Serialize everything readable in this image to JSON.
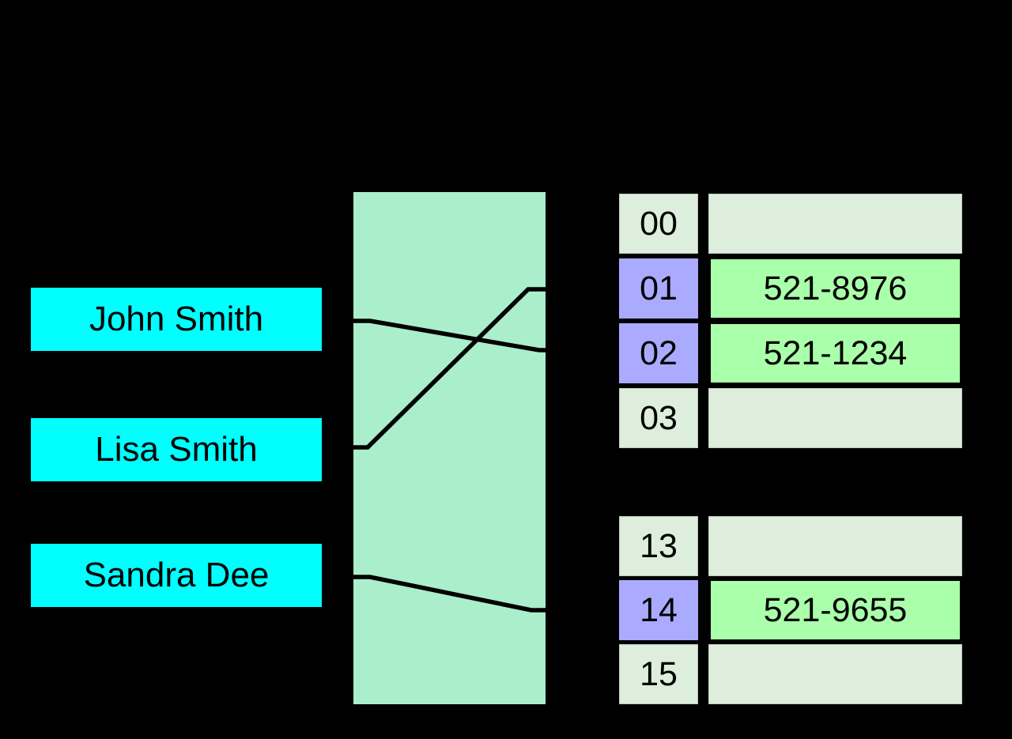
{
  "diagram": {
    "type": "hash-table-diagram",
    "keys": [
      {
        "label": "John Smith"
      },
      {
        "label": "Lisa Smith"
      },
      {
        "label": "Sandra Dee"
      }
    ],
    "hash_function_box": {
      "label": ""
    },
    "buckets": {
      "group1": [
        {
          "index": "00",
          "value": "",
          "filled": false
        },
        {
          "index": "01",
          "value": "521-8976",
          "filled": true
        },
        {
          "index": "02",
          "value": "521-1234",
          "filled": true
        },
        {
          "index": "03",
          "value": "",
          "filled": false
        }
      ],
      "group2": [
        {
          "index": "13",
          "value": "",
          "filled": false
        },
        {
          "index": "14",
          "value": "521-9655",
          "filled": true
        },
        {
          "index": "15",
          "value": "",
          "filled": false
        }
      ]
    },
    "mappings": [
      {
        "key": "John Smith",
        "bucket": "02"
      },
      {
        "key": "Lisa Smith",
        "bucket": "01"
      },
      {
        "key": "Sandra Dee",
        "bucket": "14"
      }
    ],
    "colors": {
      "background": "#000000",
      "key_box": "#00FFFF",
      "hash_box": "#AAEECC",
      "empty_cell": "#DDEEDD",
      "index_filled": "#AAAAFF",
      "value_filled": "#AAFFAA",
      "line": "#000000",
      "text": "#000000"
    }
  }
}
